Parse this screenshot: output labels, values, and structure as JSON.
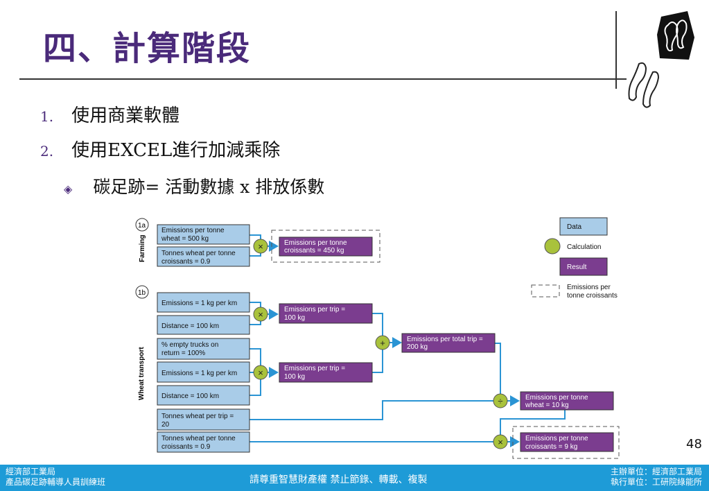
{
  "slide": {
    "title": "四、計算階段",
    "page_number": "48"
  },
  "bullets": [
    {
      "marker": "1.",
      "text": "使用商業軟體"
    },
    {
      "marker": "2.",
      "text": "使用EXCEL進行加減乘除"
    },
    {
      "marker": "◈",
      "text": "碳足跡= 活動數據 x 排放係數"
    }
  ],
  "diagram": {
    "sections": {
      "farming_tag": "1a",
      "farming_label": "Farming",
      "transport_tag": "1b",
      "transport_label": "Wheat transport"
    },
    "farming": {
      "d1": [
        "Emissions per tonne",
        "wheat = 500 kg"
      ],
      "d2": [
        "Tonnes wheat per tonne",
        "croissants = 0.9"
      ],
      "r1": [
        "Emissions per tonne",
        "croissants = 450 kg"
      ],
      "op": "×"
    },
    "transport": {
      "d1": [
        "Emissions = 1 kg per km"
      ],
      "d2": [
        "Distance = 100 km"
      ],
      "d3": [
        "% empty trucks on",
        "return = 100%"
      ],
      "d4": [
        "Emissions = 1 kg per km"
      ],
      "d5": [
        "Distance = 100 km"
      ],
      "d6": [
        "Tonnes wheat per trip =",
        "20"
      ],
      "d7": [
        "Tonnes wheat per tonne",
        "croissants = 0.9"
      ],
      "r1": [
        "Emissions per trip =",
        "100 kg"
      ],
      "r2": [
        "Emissions per trip =",
        "100 kg"
      ],
      "r3": [
        "Emissions per total trip =",
        "200 kg"
      ],
      "r4": [
        "Emissions per tonne",
        "wheat = 10 kg"
      ],
      "r5": [
        "Emissions per tonne",
        "croissants = 9 kg"
      ],
      "op_mult": "×",
      "op_add": "+",
      "op_div": "÷"
    },
    "legend": {
      "data": "Data",
      "calculation": "Calculation",
      "result": "Result",
      "dashed": [
        "Emissions per",
        "tonne croissants"
      ]
    },
    "colors": {
      "data_fill": "#a9cce8",
      "result_fill": "#7b3d8f",
      "op_fill": "#a9c23c",
      "arrow": "#2a94d4"
    }
  },
  "footer": {
    "left_line1": "經濟部工業局",
    "left_line2": "產品碳足跡輔導人員訓練班",
    "center": "請尊重智慧財產權 禁止節錄、轉載、複製",
    "right_line1": "主辦單位：經濟部工業局",
    "right_line2": "執行單位：工研院綠能所"
  },
  "icons": [
    "footprint-black-icon",
    "footprint-outline-icon"
  ]
}
